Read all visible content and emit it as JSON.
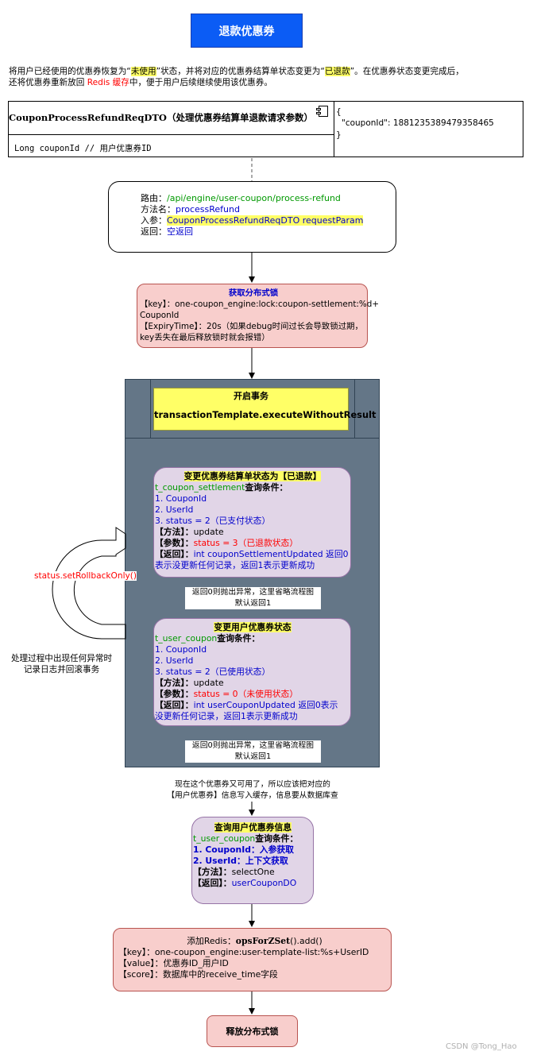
{
  "title": "退款优惠券",
  "intro": {
    "l1_a": "将用户已经使用的优惠券恢复为“",
    "l1_b": "未使用",
    "l1_c": "”状态，并将对应的优惠券结算单状态变更为“",
    "l1_d": "已退款",
    "l1_e": "”。在优惠券状态变更完成后，",
    "l2_a": "还将优惠券重新放回 ",
    "l2_b": "Redis 缓存",
    "l2_c": "中，便于用户后续继续使用该优惠券。"
  },
  "dto": {
    "name": "CouponProcessRefundReqDTO（处理优惠券结算单退款请求参数）",
    "field": "Long couponId // 用户优惠券ID",
    "json_open": "{",
    "json_line": "\"couponId\": 1881235389479358465",
    "json_close": "}"
  },
  "route": {
    "route_label": "路由：",
    "route_val": "/api/engine/user-coupon/process-refund",
    "method_label": "方法名：",
    "method_val": "processRefund",
    "param_label": "入参：",
    "param_val": "CouponProcessRefundReqDTO requestParam",
    "return_label": "返回：",
    "return_val": "空返回"
  },
  "lock": {
    "title": "获取分布式锁",
    "key_line1": "【key】：one-coupon_engine:lock:coupon-settlement:%d+",
    "key_line2": "CouponId",
    "exp_line1": "【ExpiryTime】：20s（如果debug时间过长会导致锁过期，",
    "exp_line2": "key丢失在最后释放锁时就会报错）"
  },
  "tx": {
    "title": "开启事务",
    "method": "transactionTemplate.executeWithoutResult"
  },
  "settle": {
    "title": "变更优惠券结算单状态为【已退款】",
    "table": "t_coupon_settlement",
    "query": "查询条件：",
    "c1": "1. CouponId",
    "c2": "2. UserId",
    "c3": "3. status = 2（已支付状态）",
    "m_label": "【方法】：",
    "m_val": "update",
    "p_label": "【参数】：",
    "p_val": "status = 3（已退款状态）",
    "r_label": "【返回】：",
    "r_val1": "int couponSettlementUpdated 返回0",
    "r_val2": "表示没更新任何记录，返回1表示更新成功"
  },
  "note1": {
    "l1": "返回0则抛出异常，这里省略流程图",
    "l2": "默认返回1"
  },
  "user": {
    "title": "变更用户优惠券状态",
    "table": "t_user_coupon",
    "query": "查询条件：",
    "c1": "1. CouponId",
    "c2": "2. UserId",
    "c3": "3. status = 2（已使用状态）",
    "m_label": "【方法】：",
    "m_val": "update",
    "p_label": "【参数】：",
    "p_val": "status = 0（未使用状态）",
    "r_label": "【返回】：",
    "r_val1": "int userCouponUpdated 返回0表示",
    "r_val2": "没更新任何记录，返回1表示更新成功"
  },
  "note2": {
    "l1": "返回0则抛出异常，这里省略流程图",
    "l2": "默认返回1"
  },
  "rollback": {
    "label": "status.setRollbackOnly()",
    "note1": "处理过程中出现任何异常时",
    "note2": "记录日志并回滚事务"
  },
  "note3": {
    "l1": "现在这个优惠券又可用了，所以应该把对应的",
    "l2": "【用户优惠券】信息写入缓存，信息要从数据库查"
  },
  "query": {
    "title": "查询用户优惠券信息",
    "table": "t_user_coupon",
    "query": "查询条件：",
    "c1": "1. CouponId：入参获取",
    "c2": "2. UserId：上下文获取",
    "m_label": "【方法】：",
    "m_val": "selectOne",
    "r_label": "【返回】：",
    "r_val": "userCouponDO"
  },
  "redis": {
    "l1_a": "添加Redis：",
    "l1_b": "opsForZSet",
    "l1_c": "().add()",
    "key": "【key】：one-coupon_engine:user-template-list:%s+UserID",
    "value": "【value】：优惠券ID_用户ID",
    "score": "【score】：数据库中的receive_time字段"
  },
  "release": "释放分布式锁",
  "watermark": "CSDN @Tong_Hao",
  "colors": {
    "title_bg": "#0b5cf5",
    "red_box": "#f8cecc",
    "red_border": "#b85450",
    "purple_box": "#e1d5e7",
    "purple_border": "#9673a6",
    "tx_bg": "#647687",
    "yellow": "#ffff66"
  }
}
